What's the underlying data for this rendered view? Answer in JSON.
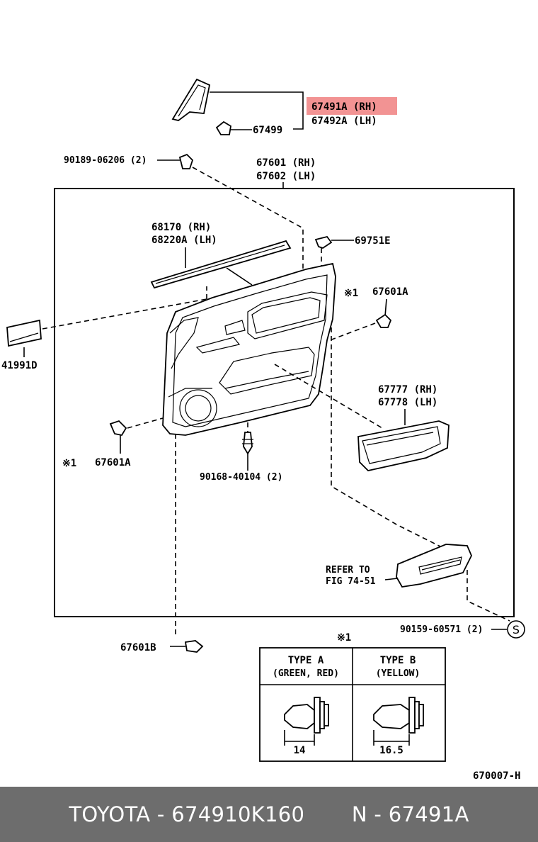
{
  "parts": {
    "p67491A": "67491A (RH)",
    "p67492A": "67492A (LH)",
    "p67499": "67499",
    "p90189": "90189-06206 (2)",
    "p67601": "67601 (RH)",
    "p67602": "67602 (LH)",
    "p68170": "68170  (RH)",
    "p68220A": "68220A (LH)",
    "p69751E": "69751E",
    "p67601A_right": "67601A",
    "p67601A_left": "67601A",
    "p41991D": "41991D",
    "p67777": "67777 (RH)",
    "p67778": "67778 (LH)",
    "p90168": "90168-40104 (2)",
    "refer_line1": "REFER TO",
    "refer_line2": "FIG 74-51",
    "p90159": "90159-60571 (2)",
    "circle_s": "S",
    "p67601B": "67601B",
    "note_mark": "※1",
    "note_mark_right": "※1",
    "note_mark_left": "※1",
    "diagram_code": "670007-H"
  },
  "type_table": {
    "mark": "※1",
    "type_a_line1": "TYPE A",
    "type_a_line2": "(GREEN, RED)",
    "type_b_line1": "TYPE B",
    "type_b_line2": "(YELLOW)",
    "dim_a": "14",
    "dim_b": "16.5"
  },
  "highlight": {
    "part": "67491A (RH)",
    "color": "#f08080"
  },
  "footer": {
    "text": "TOYOTA - 674910K160       N - 67491A",
    "background": "#6d6d6d",
    "color": "#ffffff"
  }
}
